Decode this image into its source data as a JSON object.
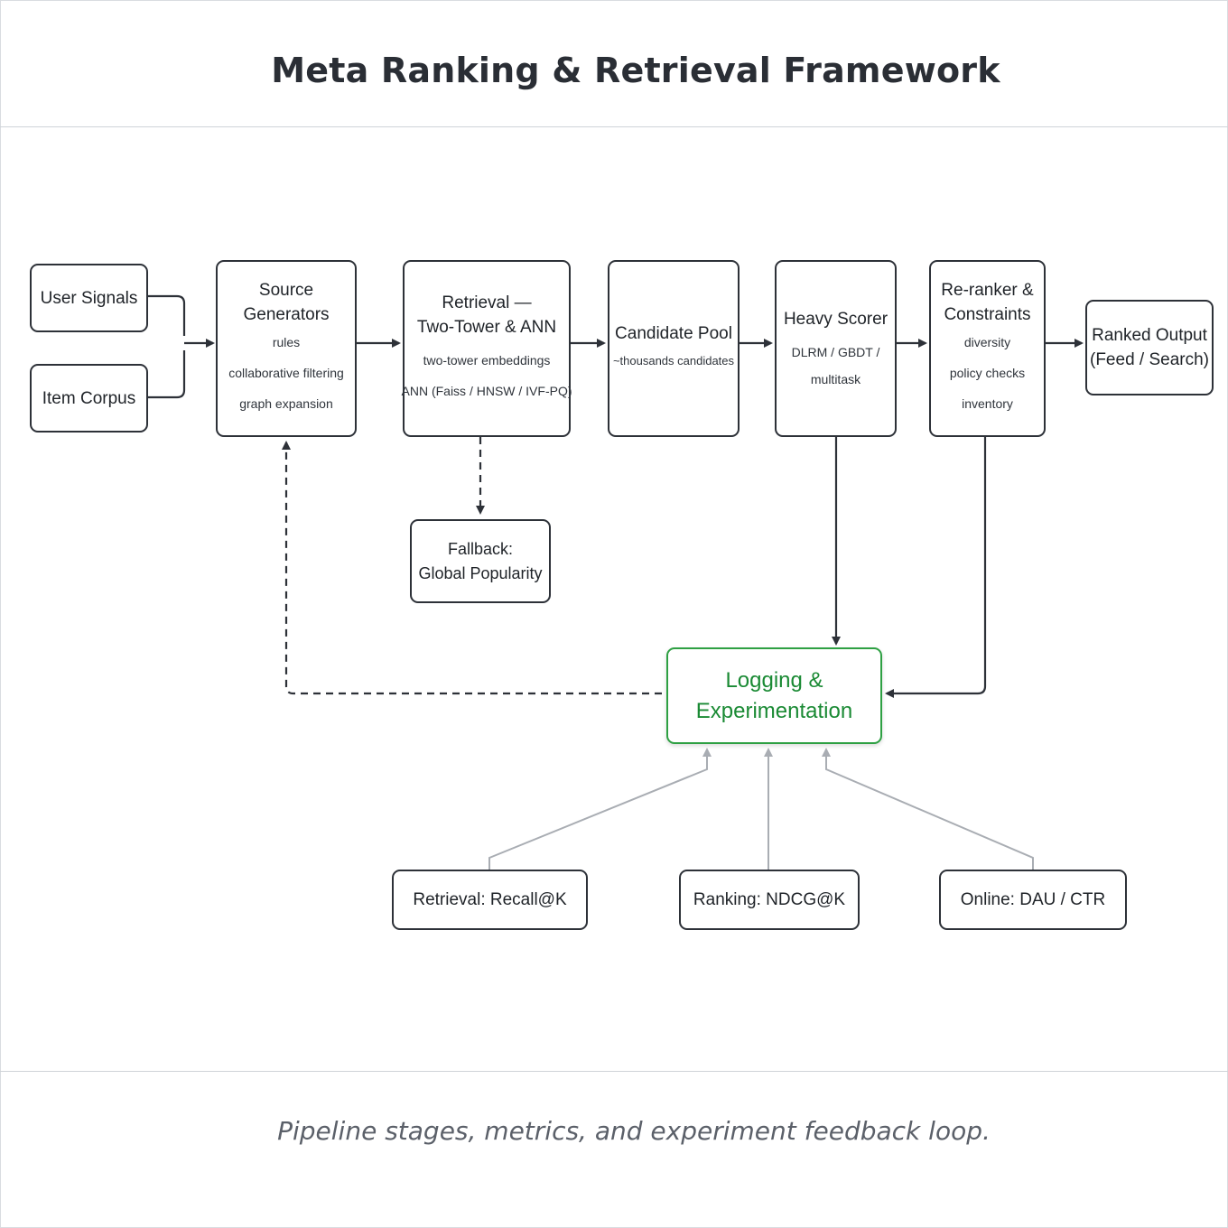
{
  "header": {
    "title": "Meta Ranking & Retrieval Framework"
  },
  "footer": {
    "caption": "Pipeline stages, metrics, and experiment feedback loop."
  },
  "nodes": {
    "user_signals": {
      "title": "User Signals"
    },
    "item_corpus": {
      "title": "Item Corpus"
    },
    "source_generators": {
      "title": "Source\nGenerators",
      "details": [
        "rules",
        "collaborative filtering",
        "graph expansion"
      ]
    },
    "retrieval": {
      "title": "Retrieval —\nTwo-Tower & ANN",
      "details": [
        "two-tower embeddings",
        "ANN (Faiss / HNSW / IVF-PQ)"
      ]
    },
    "candidate_pool": {
      "title": "Candidate Pool",
      "details": [
        "~thousands candidates"
      ]
    },
    "heavy_scorer": {
      "title": "Heavy Scorer",
      "details": [
        "DLRM / GBDT /",
        "multitask"
      ]
    },
    "reranker": {
      "title": "Re-ranker &\nConstraints",
      "details": [
        "diversity",
        "policy checks",
        "inventory"
      ]
    },
    "ranked_output": {
      "title": "Ranked Output\n(Feed / Search)"
    },
    "fallback": {
      "title": "Fallback:\nGlobal Popularity"
    },
    "logging": {
      "title": "Logging &\nExperimentation"
    },
    "metric_recall": {
      "title": "Retrieval: Recall@K"
    },
    "metric_ndcg": {
      "title": "Ranking: NDCG@K"
    },
    "metric_online": {
      "title": "Online: DAU / CTR"
    }
  },
  "colors": {
    "node_border": "#2d3138",
    "edge": "#2d3138",
    "metric_edge": "#a9adb3",
    "logging_accent": "#2ea043",
    "logging_text": "#1a8a34"
  }
}
